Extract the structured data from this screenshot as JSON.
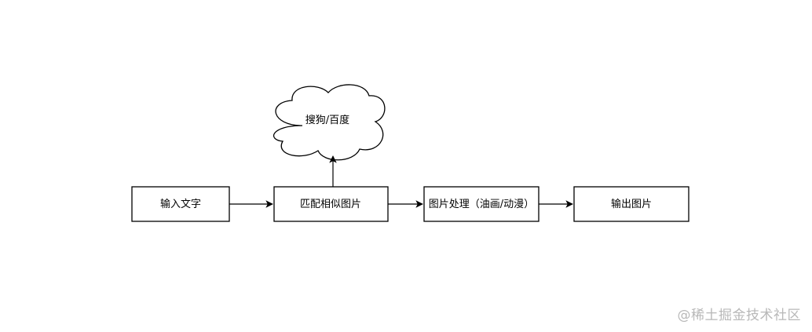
{
  "diagram": {
    "nodes": {
      "input_text": "输入文字",
      "match_images": "匹配相似图片",
      "search_engine": "搜狗/百度",
      "image_processing": "图片处理（油画/动漫）",
      "output_image": "输出图片"
    }
  },
  "watermark": "@稀土掘金技术社区",
  "colors": {
    "stroke": "#000000",
    "fill": "#ffffff",
    "watermark": "#b8b8b8"
  }
}
